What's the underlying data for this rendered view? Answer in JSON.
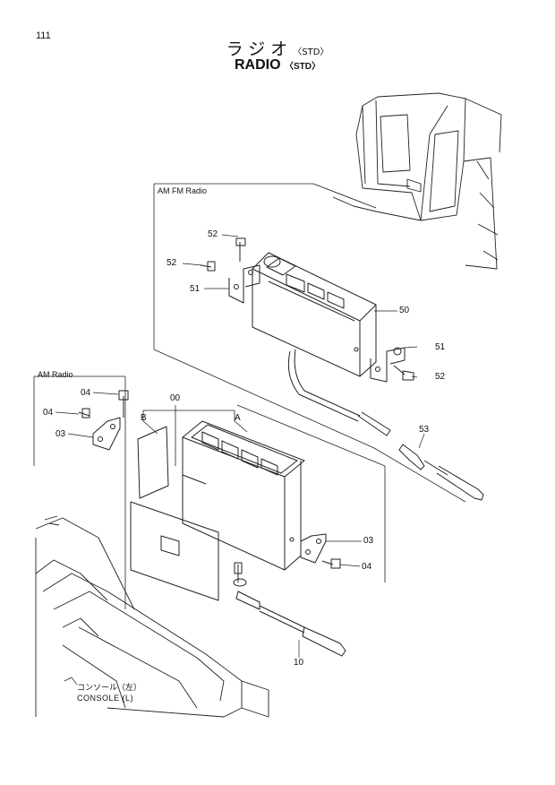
{
  "page_number": "111",
  "title_jp": "ラジオ",
  "title_en": "RADIO",
  "title_suffix": "〈STD〉",
  "sections": {
    "amfm": "AM FM Radio",
    "am": "AM Radio"
  },
  "labels": {
    "p52a": "52",
    "p52b": "52",
    "p51a": "51",
    "p50": "50",
    "p51b": "51",
    "p52c": "52",
    "p53": "53",
    "p04a": "04",
    "p04b": "04",
    "p03a": "03",
    "p00": "00",
    "pB": "B",
    "pA": "A",
    "p03b": "03",
    "p04c": "04",
    "p10": "10"
  },
  "console": {
    "jp": "コンソール（左）",
    "en": "CONSOLE (L)"
  }
}
